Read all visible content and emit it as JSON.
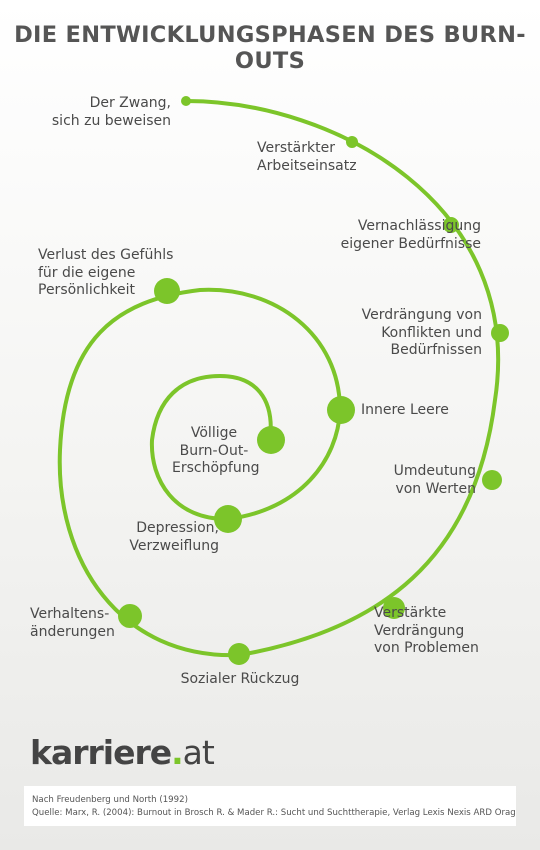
{
  "title": "DIE ENTWICKLUNGSPHASEN DES BURN-OUTS",
  "colors": {
    "spiral": "#7cc52a",
    "text": "#4a4a4a",
    "logo_accent": "#7cc52a"
  },
  "phases": [
    "Der Zwang,\nsich zu beweisen",
    "Verstärkter\nArbeitseinsatz",
    "Vernachlässigung\neigener Bedürfnisse",
    "Verdrängung von\nKonflikten und\nBedürfnissen",
    "Umdeutung\nvon Werten",
    "Verstärkte\nVerdrängung\nvon Problemen",
    "Sozialer Rückzug",
    "Verhaltens-\nänderungen",
    "Verlust des Gefühls\nfür die eigene\nPersönlichkeit",
    "Innere Leere",
    "Depression,\nVerzweiflung",
    "Völlige\nBurn-Out-\nErschöpfung"
  ],
  "logo": {
    "name": "karriere",
    "dot": ".",
    "tld": "at"
  },
  "source": {
    "line1": "Nach Freudenberg und North (1992)",
    "line2": "Quelle: Marx, R. (2004): Burnout in Brosch R. & Mader R.: Sucht und Suchttherapie, Verlag Lexis Nexis ARD Orag"
  }
}
